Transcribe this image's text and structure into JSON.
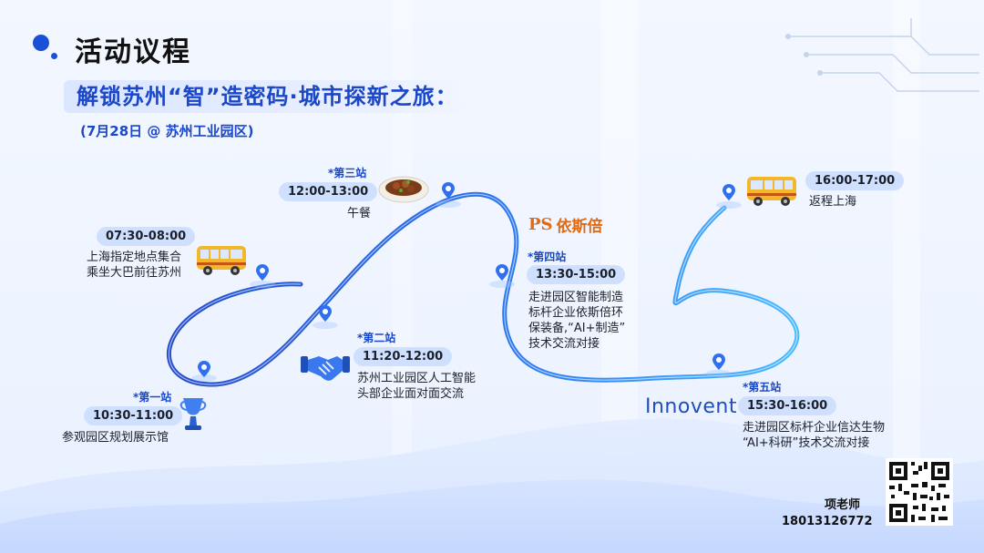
{
  "header": {
    "title": "活动议程",
    "subtitle": "解锁苏州“智”造密码·城市探新之旅：",
    "date_line": "(7月28日 @ 苏州工业园区)"
  },
  "stops": {
    "depart": {
      "time": "07:30-08:00",
      "desc_lines": [
        "上海指定地点集合",
        "乘坐大巴前往苏州"
      ]
    },
    "s1": {
      "label": "*第一站",
      "time": "10:30-11:00",
      "desc_lines": [
        "参观园区规划展示馆"
      ]
    },
    "s2": {
      "label": "*第二站",
      "time": "11:20-12:00",
      "desc_lines": [
        "苏州工业园区人工智能",
        "头部企业面对面交流"
      ]
    },
    "s3": {
      "label": "*第三站",
      "time": "12:00-13:00",
      "desc_lines": [
        "午餐"
      ]
    },
    "s4": {
      "label": "*第四站",
      "time": "13:30-15:00",
      "desc_lines": [
        "走进园区智能制造",
        "标杆企业依斯倍环",
        "保装备,“AI+制造”",
        "技术交流对接"
      ]
    },
    "s5": {
      "label": "*第五站",
      "time": "15:30-16:00",
      "desc_lines": [
        "走进园区标杆企业信达生物",
        "“AI+科研”技术交流对接"
      ]
    },
    "return": {
      "time": "16:00-17:00",
      "desc_lines": [
        "返程上海"
      ]
    }
  },
  "logos": {
    "ips_mark": "PS",
    "ips_text": "依斯倍",
    "innovent": "Innovent"
  },
  "contact": {
    "name": "项老师",
    "phone": "18013126772"
  },
  "colors": {
    "accent": "#1a48c9",
    "route": "#1f5be0",
    "pill": "#cfe0ff",
    "ips": "#e06a14"
  },
  "icons": [
    "bus-icon",
    "trophy-icon",
    "handshake-icon",
    "food-bowl-icon",
    "map-pin-icon",
    "qr-code-icon"
  ]
}
